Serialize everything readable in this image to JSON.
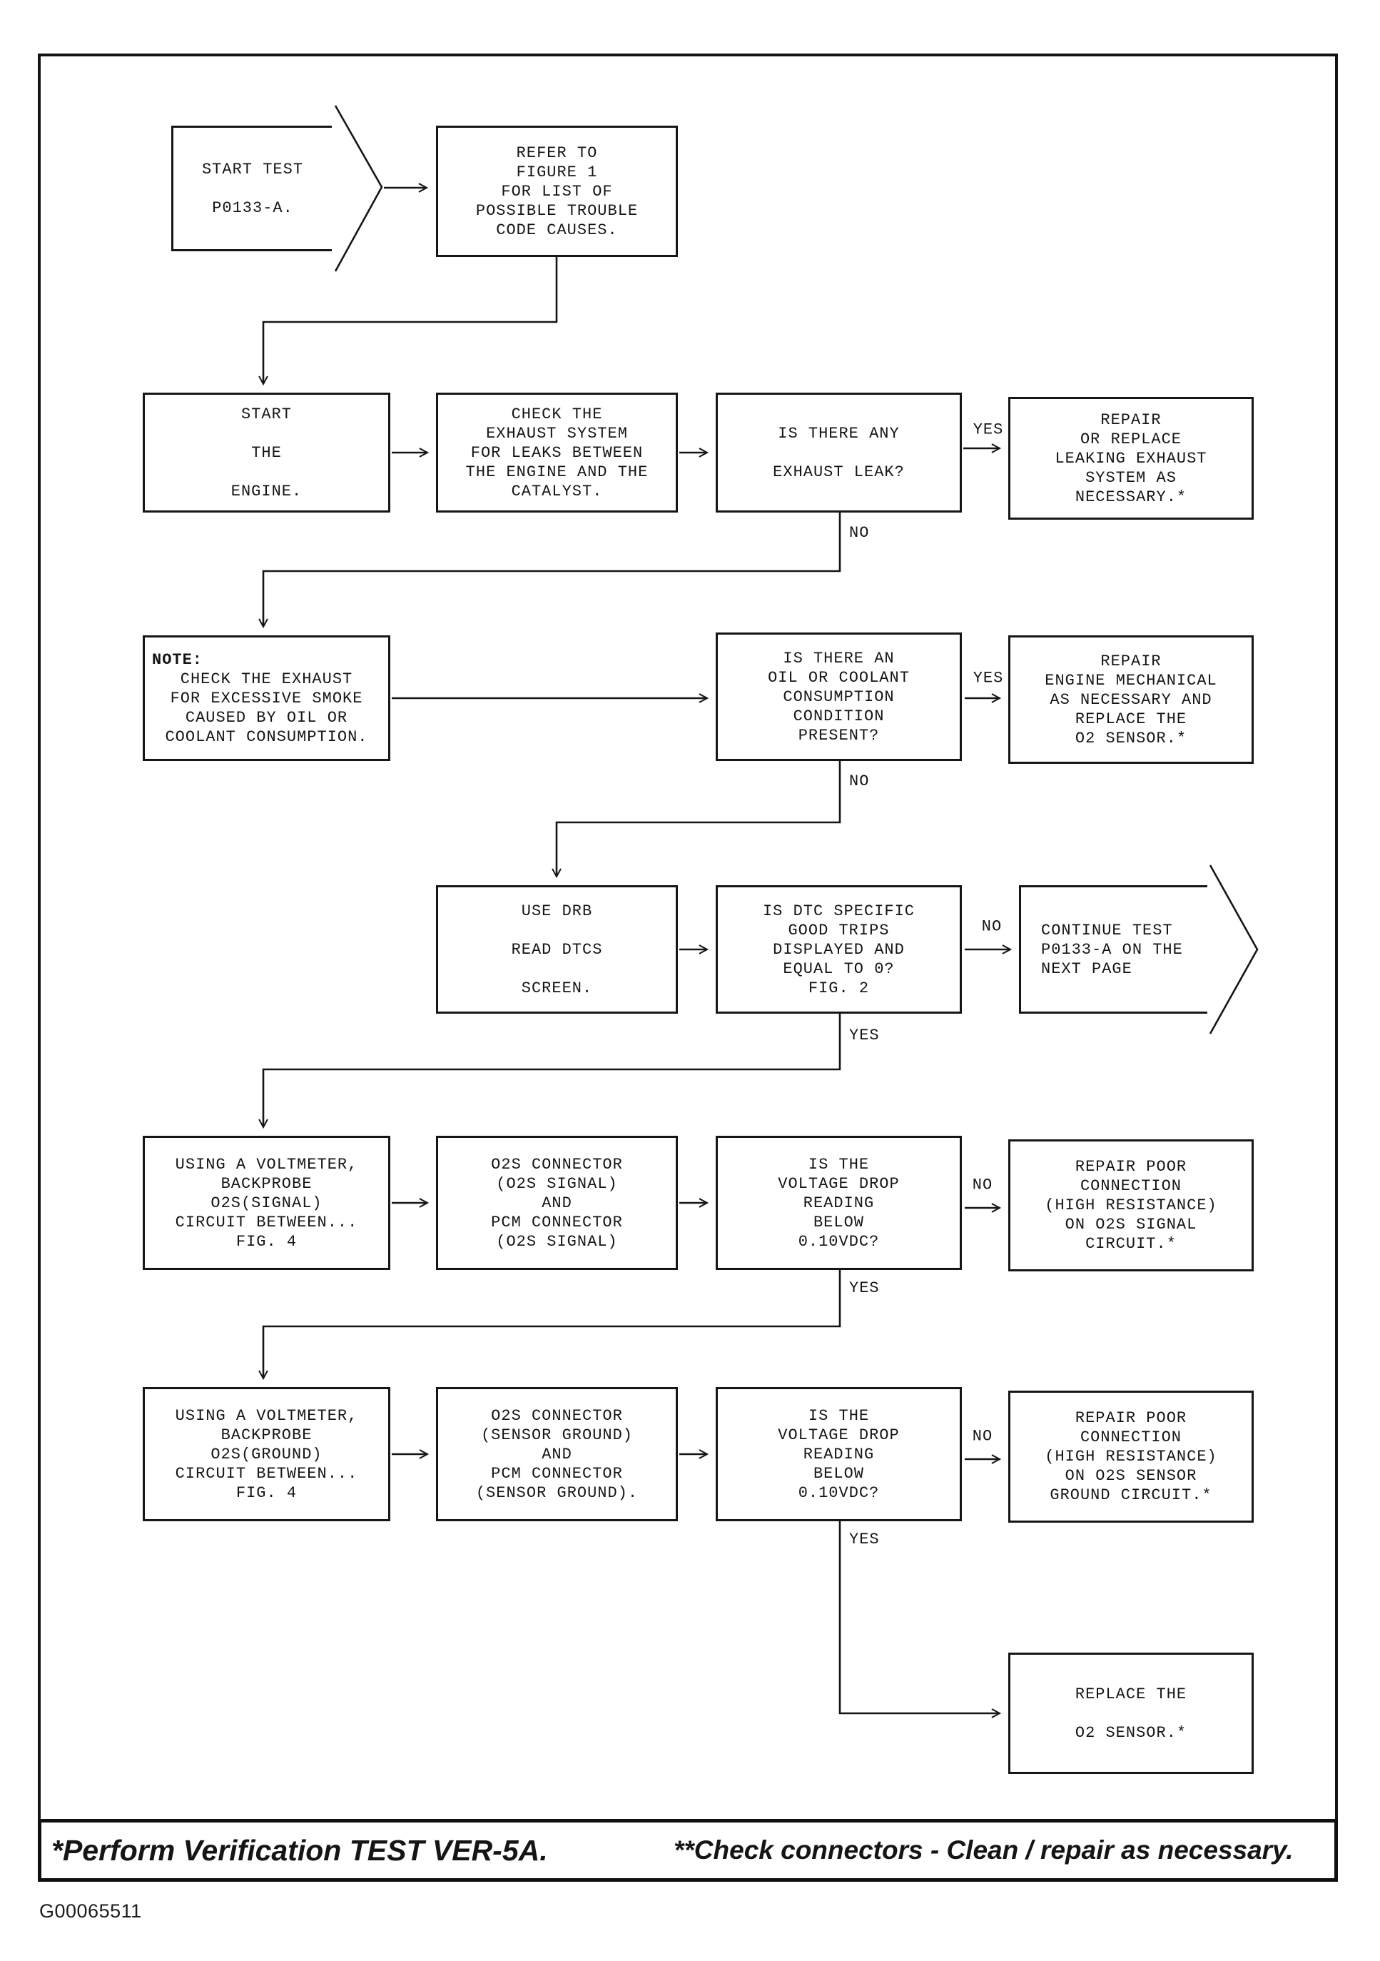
{
  "nodes": {
    "start_test": "START TEST\n\nP0133-A.",
    "refer_figure": "REFER TO\nFIGURE 1\nFOR LIST OF\nPOSSIBLE TROUBLE\nCODE CAUSES.",
    "start_engine": "START\n\nTHE\n\nENGINE.",
    "check_exhaust": "CHECK THE\nEXHAUST SYSTEM\nFOR LEAKS BETWEEN\nTHE ENGINE AND THE\nCATALYST.",
    "q_exhaust_leak": "IS THERE ANY\n\nEXHAUST LEAK?",
    "repair_exhaust": "REPAIR\nOR REPLACE\nLEAKING EXHAUST\nSYSTEM AS\nNECESSARY.*",
    "note_title": "NOTE:",
    "note_body": "CHECK THE EXHAUST\nFOR EXCESSIVE SMOKE\nCAUSED BY OIL OR\nCOOLANT CONSUMPTION.",
    "q_oil_coolant": "IS THERE AN\nOIL OR COOLANT\nCONSUMPTION\nCONDITION\nPRESENT?",
    "repair_engine": "REPAIR\nENGINE MECHANICAL\nAS NECESSARY AND\nREPLACE THE\nO2 SENSOR.*",
    "use_drb": "USE DRB\n\nREAD DTCS\n\nSCREEN.",
    "q_dtc_trips": "IS DTC SPECIFIC\nGOOD TRIPS\nDISPLAYED AND\nEQUAL TO 0?\nFIG. 2",
    "continue_test": "CONTINUE TEST\nP0133-A ON THE\nNEXT PAGE",
    "voltmeter_signal": "USING A VOLTMETER,\nBACKPROBE\nO2S(SIGNAL)\nCIRCUIT BETWEEN...\nFIG. 4",
    "connector_signal": "O2S CONNECTOR\n(O2S SIGNAL)\nAND\nPCM CONNECTOR\n(O2S SIGNAL)",
    "q_vdrop_signal": "IS THE\nVOLTAGE DROP\nREADING\nBELOW\n0.10VDC?",
    "repair_signal": "REPAIR POOR\nCONNECTION\n(HIGH RESISTANCE)\nON O2S SIGNAL\nCIRCUIT.*",
    "voltmeter_ground": "USING A VOLTMETER,\nBACKPROBE\nO2S(GROUND)\nCIRCUIT BETWEEN...\nFIG. 4",
    "connector_ground": "O2S CONNECTOR\n(SENSOR GROUND)\nAND\nPCM CONNECTOR\n(SENSOR GROUND).",
    "q_vdrop_ground": "IS THE\nVOLTAGE DROP\nREADING\nBELOW\n0.10VDC?",
    "repair_ground": "REPAIR POOR\nCONNECTION\n(HIGH RESISTANCE)\nON O2S SENSOR\nGROUND CIRCUIT.*",
    "replace_sensor": "REPLACE THE\n\nO2 SENSOR.*"
  },
  "labels": {
    "yes": "YES",
    "no": "NO"
  },
  "footer": {
    "left": "*Perform Verification TEST VER-5A.",
    "right": "**Check connectors - Clean / repair as necessary."
  },
  "figure_id": "G00065511"
}
